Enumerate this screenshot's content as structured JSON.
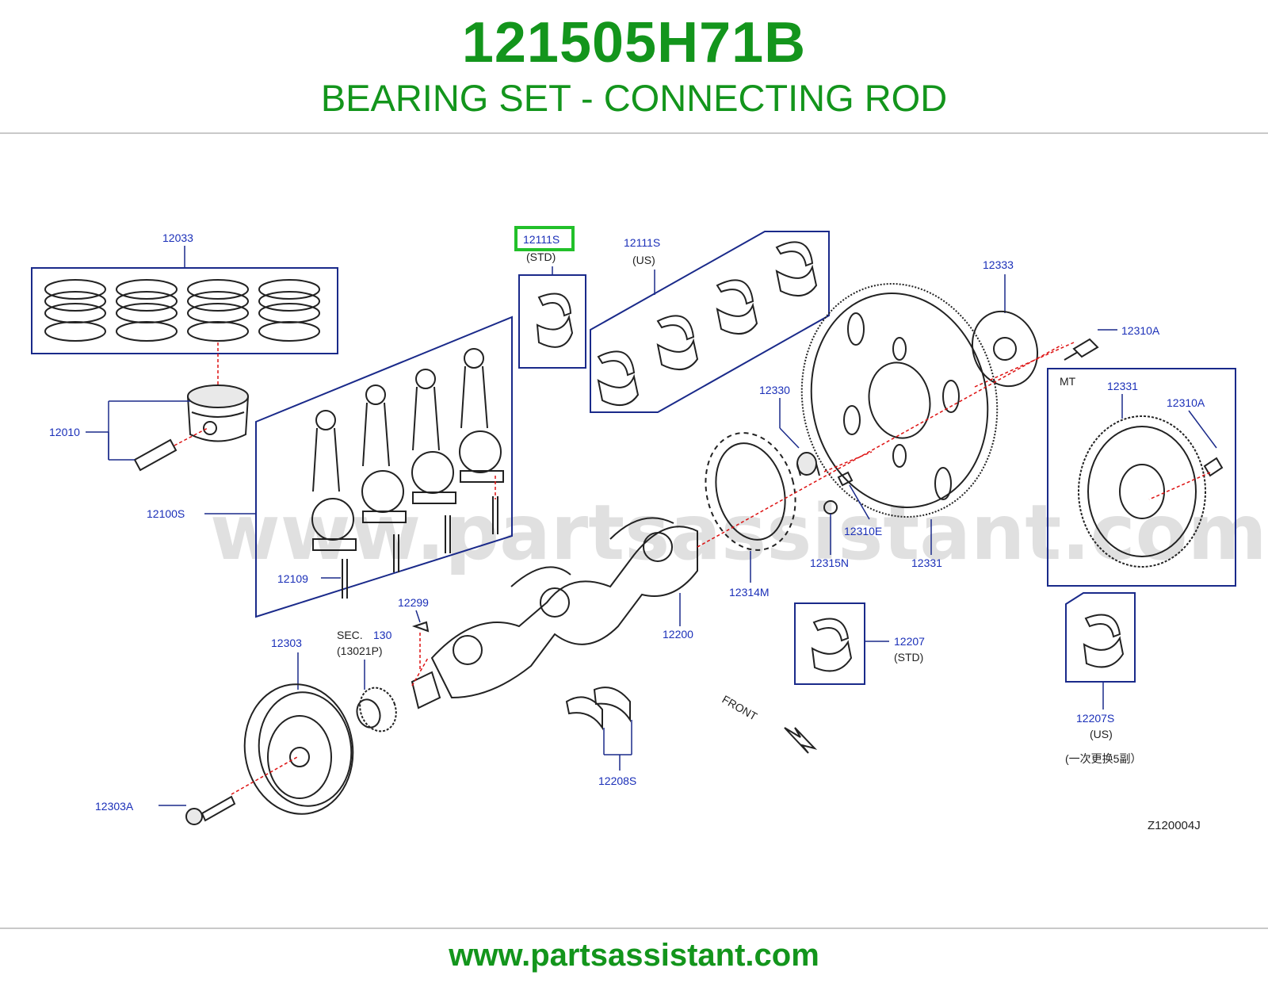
{
  "header": {
    "part_number": "121505H71B",
    "part_name": "BEARING SET - CONNECTING ROD"
  },
  "colors": {
    "brand_green": "#13951c",
    "callout_blue": "#1a2fb8",
    "highlight_green": "#22c02a"
  },
  "diagram": {
    "watermark": "www.partsassistant.com",
    "diagram_code": "Z120004J",
    "front_label": "FRONT",
    "callouts": {
      "c12033": "12033",
      "c12010": "12010",
      "c12100s": "12100S",
      "c12109": "12109",
      "c12111s_std": "12111S",
      "c12111s_std_note": "(STD)",
      "c12111s_us": "12111S",
      "c12111s_us_note": "(US)",
      "c12333": "12333",
      "c12310a_1": "12310A",
      "c12310a_2": "12310A",
      "mt_label": "MT",
      "c12331_mt": "12331",
      "c12330": "12330",
      "c12310e": "12310E",
      "c12315n": "12315N",
      "c12331": "12331",
      "c12314m": "12314M",
      "c12200": "12200",
      "c12299": "12299",
      "sec_label": "SEC.",
      "sec_number": "130",
      "sec_note": "(13021P)",
      "c12303": "12303",
      "c12303a": "12303A",
      "c12208s": "12208S",
      "c12207": "12207",
      "c12207_note": "(STD)",
      "c12207s": "12207S",
      "c12207s_note": "(US)",
      "c12207s_cn_note": "(一次更换5副）"
    }
  },
  "footer": {
    "url": "www.partsassistant.com"
  }
}
